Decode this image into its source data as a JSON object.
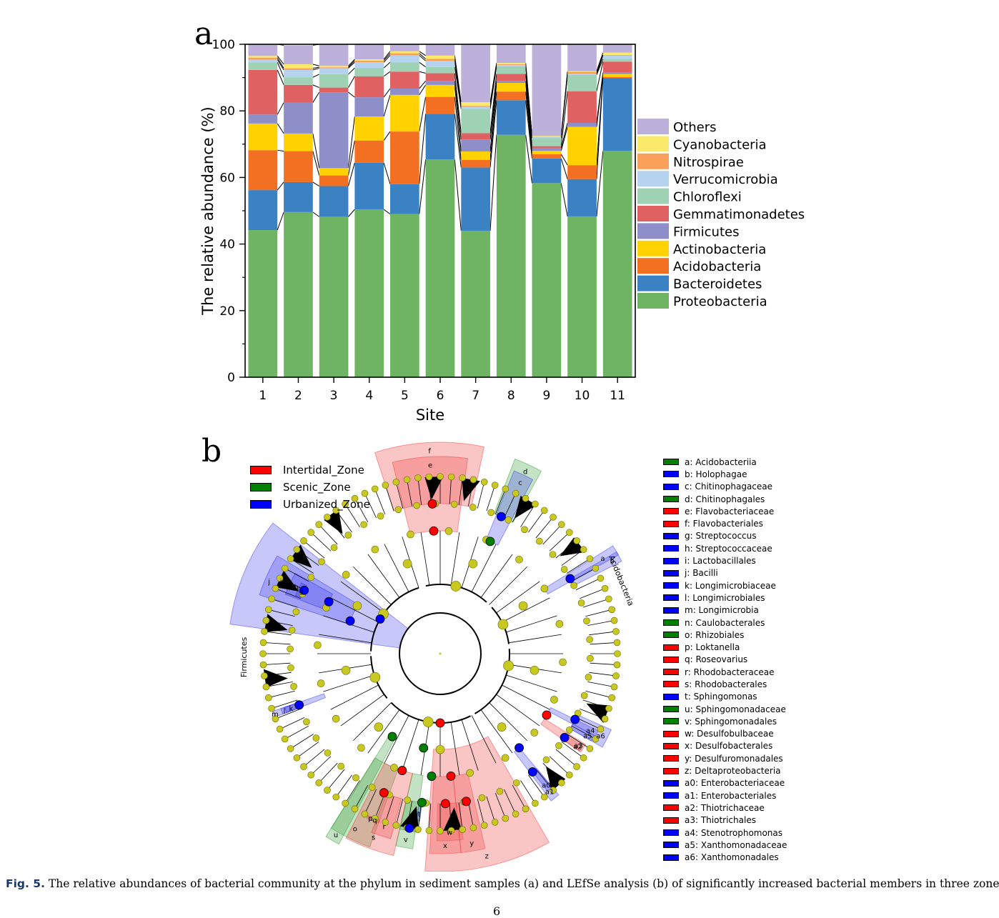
{
  "panel_a_letter": "a",
  "panel_b_letter": "b",
  "chart_data": {
    "type": "bar",
    "stacked": true,
    "xlabel": "Site",
    "ylabel": "The relative abundance (%)",
    "ylim": [
      0,
      100
    ],
    "yticks": [
      "0",
      "20",
      "40",
      "60",
      "80",
      "100"
    ],
    "categories": [
      "1",
      "2",
      "3",
      "4",
      "5",
      "6",
      "7",
      "8",
      "9",
      "10",
      "11"
    ],
    "legend_position": "right",
    "series": [
      {
        "name": "Proteobacteria",
        "color": "#6fb463",
        "values": [
          44.2,
          49.6,
          48.2,
          50.4,
          49.0,
          65.4,
          44.0,
          72.8,
          58.3,
          48.3,
          68.0
        ]
      },
      {
        "name": "Bacteroidetes",
        "color": "#3a82c4",
        "values": [
          12.0,
          9.0,
          9.2,
          14.0,
          9.0,
          13.7,
          19.0,
          10.4,
          7.4,
          11.2,
          21.9
        ]
      },
      {
        "name": "Acidobacteria",
        "color": "#f37022",
        "values": [
          12.0,
          9.3,
          3.2,
          6.7,
          15.8,
          5.1,
          2.3,
          2.6,
          1.3,
          4.2,
          0.3
        ]
      },
      {
        "name": "Actinobacteria",
        "color": "#ffd200",
        "values": [
          8.0,
          5.3,
          2.2,
          7.2,
          11.0,
          3.6,
          2.5,
          2.6,
          1.0,
          11.5,
          0.9
        ]
      },
      {
        "name": "Firmicutes",
        "color": "#8e8ec8",
        "values": [
          2.7,
          9.3,
          22.8,
          5.8,
          1.9,
          1.2,
          3.6,
          0.6,
          0.8,
          1.2,
          0.4
        ]
      },
      {
        "name": "Gemmatimonadetes",
        "color": "#e06162",
        "values": [
          13.4,
          5.3,
          1.4,
          6.3,
          5.1,
          2.3,
          1.9,
          2.1,
          0.6,
          9.5,
          3.3
        ]
      },
      {
        "name": "Chloroflexi",
        "color": "#9fd1b5",
        "values": [
          2.3,
          2.3,
          4.0,
          2.5,
          2.8,
          1.9,
          7.3,
          2.3,
          2.4,
          4.9,
          0.8
        ]
      },
      {
        "name": "Verrucomicrobia",
        "color": "#b5d3ef",
        "values": [
          0.8,
          2.2,
          1.8,
          1.7,
          2.1,
          1.8,
          0.6,
          0.4,
          0.3,
          0.3,
          1.0
        ]
      },
      {
        "name": "Nitrospirae",
        "color": "#f9a05a",
        "values": [
          0.6,
          0.5,
          0.3,
          0.5,
          0.6,
          0.6,
          0.3,
          0.2,
          0.1,
          0.6,
          0.2
        ]
      },
      {
        "name": "Cyanobacteria",
        "color": "#fbe96b",
        "values": [
          0.5,
          1.2,
          0.4,
          0.4,
          0.6,
          1.0,
          1.1,
          0.4,
          0.3,
          0.2,
          0.7
        ]
      },
      {
        "name": "Others",
        "color": "#bdb1dc",
        "values": [
          3.5,
          5.7,
          6.5,
          4.5,
          2.1,
          3.4,
          17.4,
          5.6,
          27.5,
          8.1,
          2.5
        ]
      }
    ]
  },
  "zone_legend": [
    {
      "label": "Intertidal_Zone",
      "color": "#ff0000"
    },
    {
      "label": "Scenic_Zone",
      "color": "#008000"
    },
    {
      "label": "Urbanized_Zone",
      "color": "#0000ff"
    }
  ],
  "clade_labels": {
    "firmicutes": "Firmicutes",
    "acidobacteria": "Acidobacteria"
  },
  "sector_letters": [
    "f",
    "e",
    "d",
    "c",
    "b",
    "a",
    "j",
    "i",
    "h",
    "g",
    "m",
    "l",
    "k",
    "u",
    "o",
    "s",
    "r",
    "v",
    "n",
    "t",
    "w",
    "x",
    "y",
    "z",
    "q",
    "p",
    "a4",
    "a5",
    "a6",
    "a2",
    "a3",
    "a0",
    "a1"
  ],
  "lefse_legend": [
    {
      "label": "a: Acidobacteriia",
      "color": "#008000"
    },
    {
      "label": "b: Holophagae",
      "color": "#0000ff"
    },
    {
      "label": "c: Chitinophagaceae",
      "color": "#0000ff"
    },
    {
      "label": "d: Chitinophagales",
      "color": "#008000"
    },
    {
      "label": "e: Flavobacteriaceae",
      "color": "#ff0000"
    },
    {
      "label": "f: Flavobacteriales",
      "color": "#ff0000"
    },
    {
      "label": "g: Streptococcus",
      "color": "#0000ff"
    },
    {
      "label": "h: Streptococcaceae",
      "color": "#0000ff"
    },
    {
      "label": "i: Lactobacillales",
      "color": "#0000ff"
    },
    {
      "label": "j: Bacilli",
      "color": "#0000ff"
    },
    {
      "label": "k: Longimicrobiaceae",
      "color": "#0000ff"
    },
    {
      "label": "l: Longimicrobiales",
      "color": "#0000ff"
    },
    {
      "label": "m: Longimicrobia",
      "color": "#0000ff"
    },
    {
      "label": "n: Caulobacterales",
      "color": "#008000"
    },
    {
      "label": "o: Rhizobiales",
      "color": "#008000"
    },
    {
      "label": "p: Loktanella",
      "color": "#ff0000"
    },
    {
      "label": "q: Roseovarius",
      "color": "#ff0000"
    },
    {
      "label": "r: Rhodobacteraceae",
      "color": "#ff0000"
    },
    {
      "label": "s: Rhodobacterales",
      "color": "#ff0000"
    },
    {
      "label": "t: Sphingomonas",
      "color": "#0000ff"
    },
    {
      "label": "u: Sphingomonadaceae",
      "color": "#008000"
    },
    {
      "label": "v: Sphingomonadales",
      "color": "#008000"
    },
    {
      "label": "w: Desulfobulbaceae",
      "color": "#ff0000"
    },
    {
      "label": "x: Desulfobacterales",
      "color": "#ff0000"
    },
    {
      "label": "y: Desulfuromonadales",
      "color": "#ff0000"
    },
    {
      "label": "z: Deltaproteobacteria",
      "color": "#ff0000"
    },
    {
      "label": "a0: Enterobacteriaceae",
      "color": "#0000ff"
    },
    {
      "label": "a1: Enterobacteriales",
      "color": "#0000ff"
    },
    {
      "label": "a2: Thiotrichaceae",
      "color": "#ff0000"
    },
    {
      "label": "a3: Thiotrichales",
      "color": "#ff0000"
    },
    {
      "label": "a4: Stenotrophomonas",
      "color": "#0000ff"
    },
    {
      "label": "a5: Xanthomonadaceae",
      "color": "#0000ff"
    },
    {
      "label": "a6: Xanthomonadales",
      "color": "#0000ff"
    }
  ],
  "caption": {
    "label": "Fig. 5.",
    "text": " The relative abundances of bacterial community at the phylum in sediment samples (a) and LEfSe analysis (b) of significantly increased bacterial members in three zones."
  },
  "page_number": "6"
}
